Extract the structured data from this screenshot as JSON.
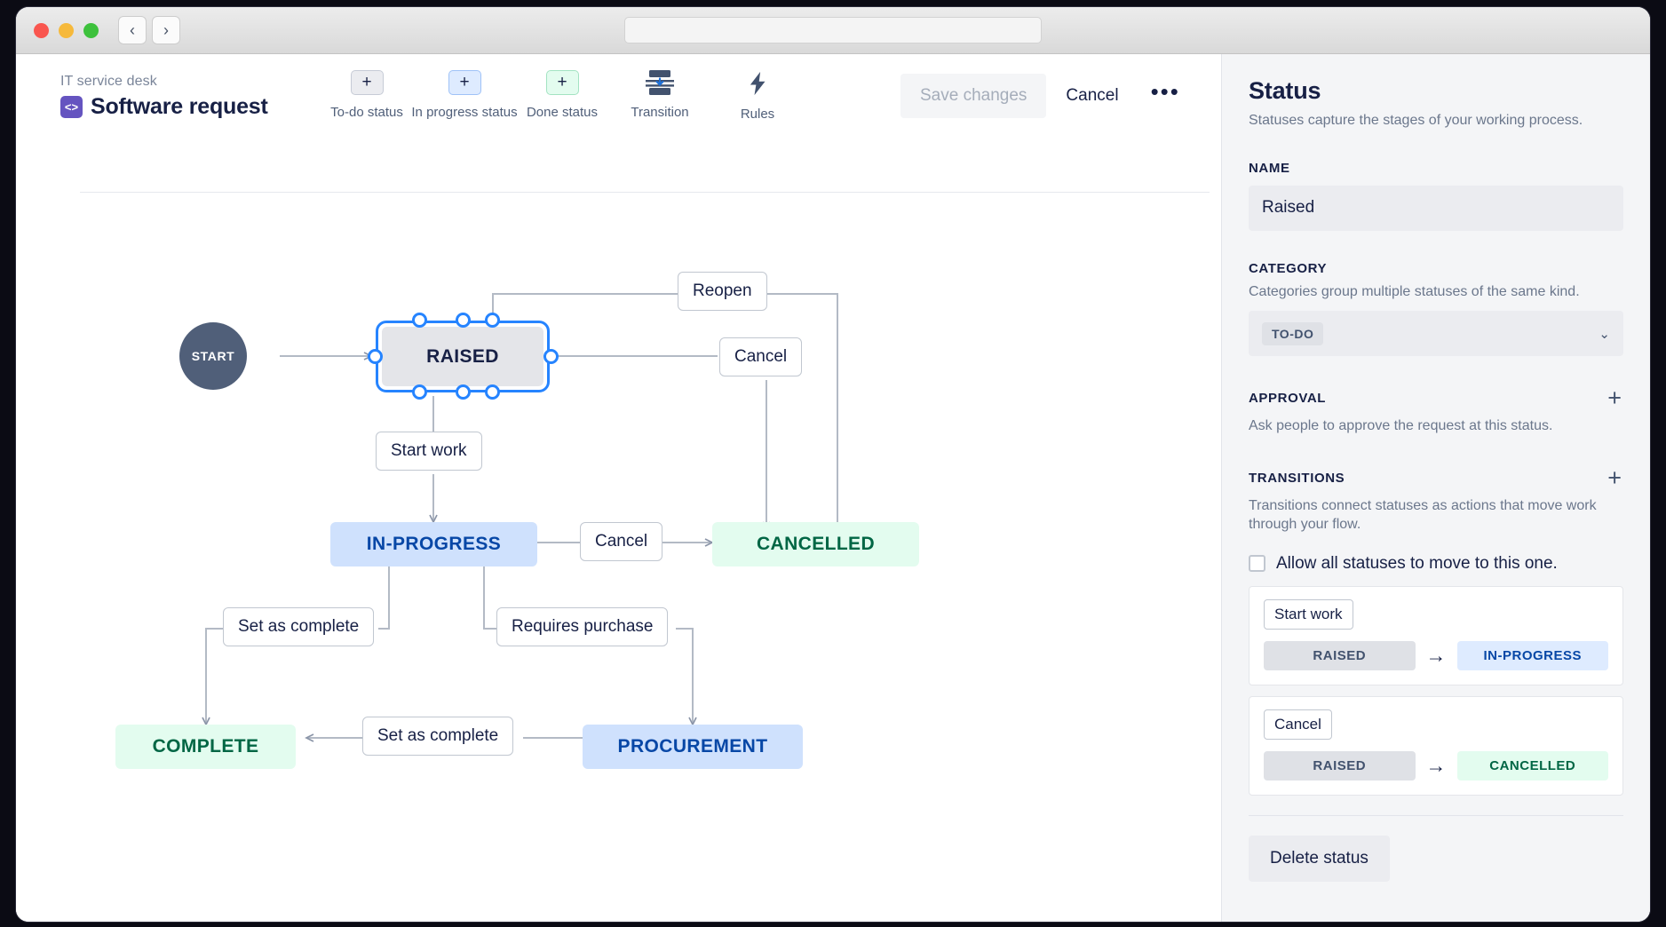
{
  "window": {
    "traffic_lights": [
      "close",
      "minimize",
      "zoom"
    ],
    "back_glyph": "‹",
    "forward_glyph": "›",
    "url_value": ""
  },
  "header": {
    "breadcrumb": "IT service desk",
    "project_icon_glyph": "<>",
    "title": "Software request"
  },
  "toolbar": {
    "tools": [
      {
        "label": "To-do status",
        "icon": "plus-icon",
        "chip_class": "todo",
        "glyph": "+"
      },
      {
        "label": "In progress status",
        "icon": "plus-icon",
        "chip_class": "prog",
        "glyph": "+"
      },
      {
        "label": "Done status",
        "icon": "plus-icon",
        "chip_class": "done",
        "glyph": "+"
      },
      {
        "label": "Transition",
        "icon": "transition-icon",
        "chip_class": "none",
        "glyph": ""
      },
      {
        "label": "Rules",
        "icon": "lightning-bolt-icon",
        "chip_class": "none",
        "glyph": ""
      }
    ],
    "save_label": "Save changes",
    "cancel_label": "Cancel",
    "more_glyph": "•••"
  },
  "flow": {
    "start_label": "START",
    "nodes": [
      {
        "id": "raised",
        "label": "RAISED",
        "category": "todo",
        "selected": true
      },
      {
        "id": "in-progress",
        "label": "IN-PROGRESS",
        "category": "prog",
        "selected": false
      },
      {
        "id": "cancelled",
        "label": "CANCELLED",
        "category": "done",
        "selected": false
      },
      {
        "id": "complete",
        "label": "COMPLETE",
        "category": "done",
        "selected": false
      },
      {
        "id": "procurement",
        "label": "PROCUREMENT",
        "category": "prog",
        "selected": false
      }
    ],
    "edge_labels": [
      {
        "id": "reopen",
        "label": "Reopen"
      },
      {
        "id": "cancel-raised",
        "label": "Cancel"
      },
      {
        "id": "start-work",
        "label": "Start work"
      },
      {
        "id": "cancel-inprogress",
        "label": "Cancel"
      },
      {
        "id": "set-complete-left",
        "label": "Set as complete"
      },
      {
        "id": "requires-purchase",
        "label": "Requires purchase"
      },
      {
        "id": "set-complete-proc",
        "label": "Set as complete"
      }
    ]
  },
  "panel": {
    "title": "Status",
    "subtitle": "Statuses capture the stages of your working process.",
    "name_label": "NAME",
    "name_value": "Raised",
    "category_label": "CATEGORY",
    "category_desc": "Categories group multiple statuses of the same kind.",
    "category_value": "TO-DO",
    "category_caret": "⌄",
    "approval_label": "APPROVAL",
    "approval_desc": "Ask people to approve the request at this status.",
    "approval_add": "+",
    "transitions_label": "TRANSITIONS",
    "transitions_desc": "Transitions connect statuses as actions that move work through your flow.",
    "transitions_add": "+",
    "allow_all_label": "Allow all statuses to move to this one.",
    "allow_all_checked": false,
    "arrow_glyph": "→",
    "transitions": [
      {
        "name": "Start work",
        "from": "RAISED",
        "from_class": "todo",
        "to": "IN-PROGRESS",
        "to_class": "prog"
      },
      {
        "name": "Cancel",
        "from": "RAISED",
        "from_class": "todo",
        "to": "CANCELLED",
        "to_class": "done"
      }
    ],
    "delete_label": "Delete status"
  },
  "colors": {
    "selection_blue": "#2684ff",
    "todo_bg": "#e4e5e9",
    "progress_bg": "#cfe1fd",
    "done_bg": "#e3fcef",
    "progress_text": "#0747a6",
    "done_text": "#006644",
    "panel_bg": "#f4f5f7",
    "brand_purple": "#6554c0"
  }
}
